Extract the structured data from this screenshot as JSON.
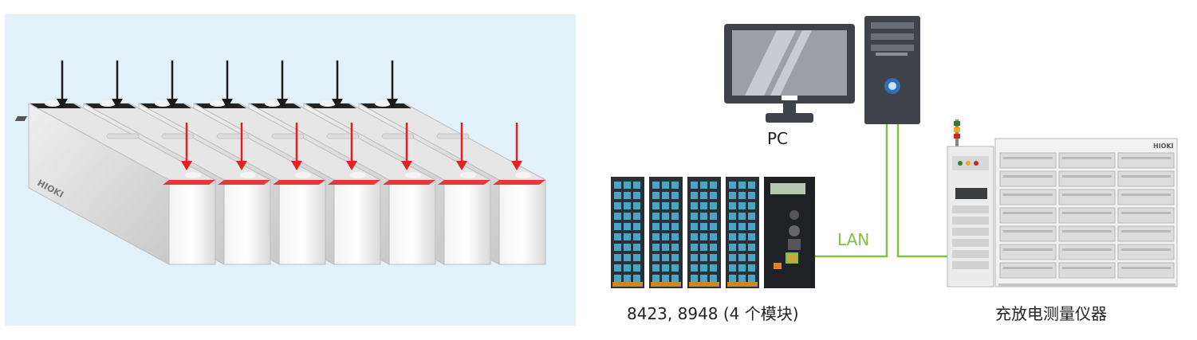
{
  "battery_array": {
    "cell_count": 7,
    "brand_mark": "HIOKI",
    "colors": {
      "negative_arrow": "#1a1a1a",
      "positive_arrow": "#e22222",
      "positive_terminal": "#e53935",
      "panel_background": "#e3f1fa"
    }
  },
  "pc": {
    "label": "PC"
  },
  "logger": {
    "label": "8423, 8948 (4 个模块)",
    "module_count": 4
  },
  "charger": {
    "label": "充放电测量仪器",
    "brand_mark": "HIOKI"
  },
  "connection": {
    "label": "LAN",
    "color": "#7fc241"
  }
}
